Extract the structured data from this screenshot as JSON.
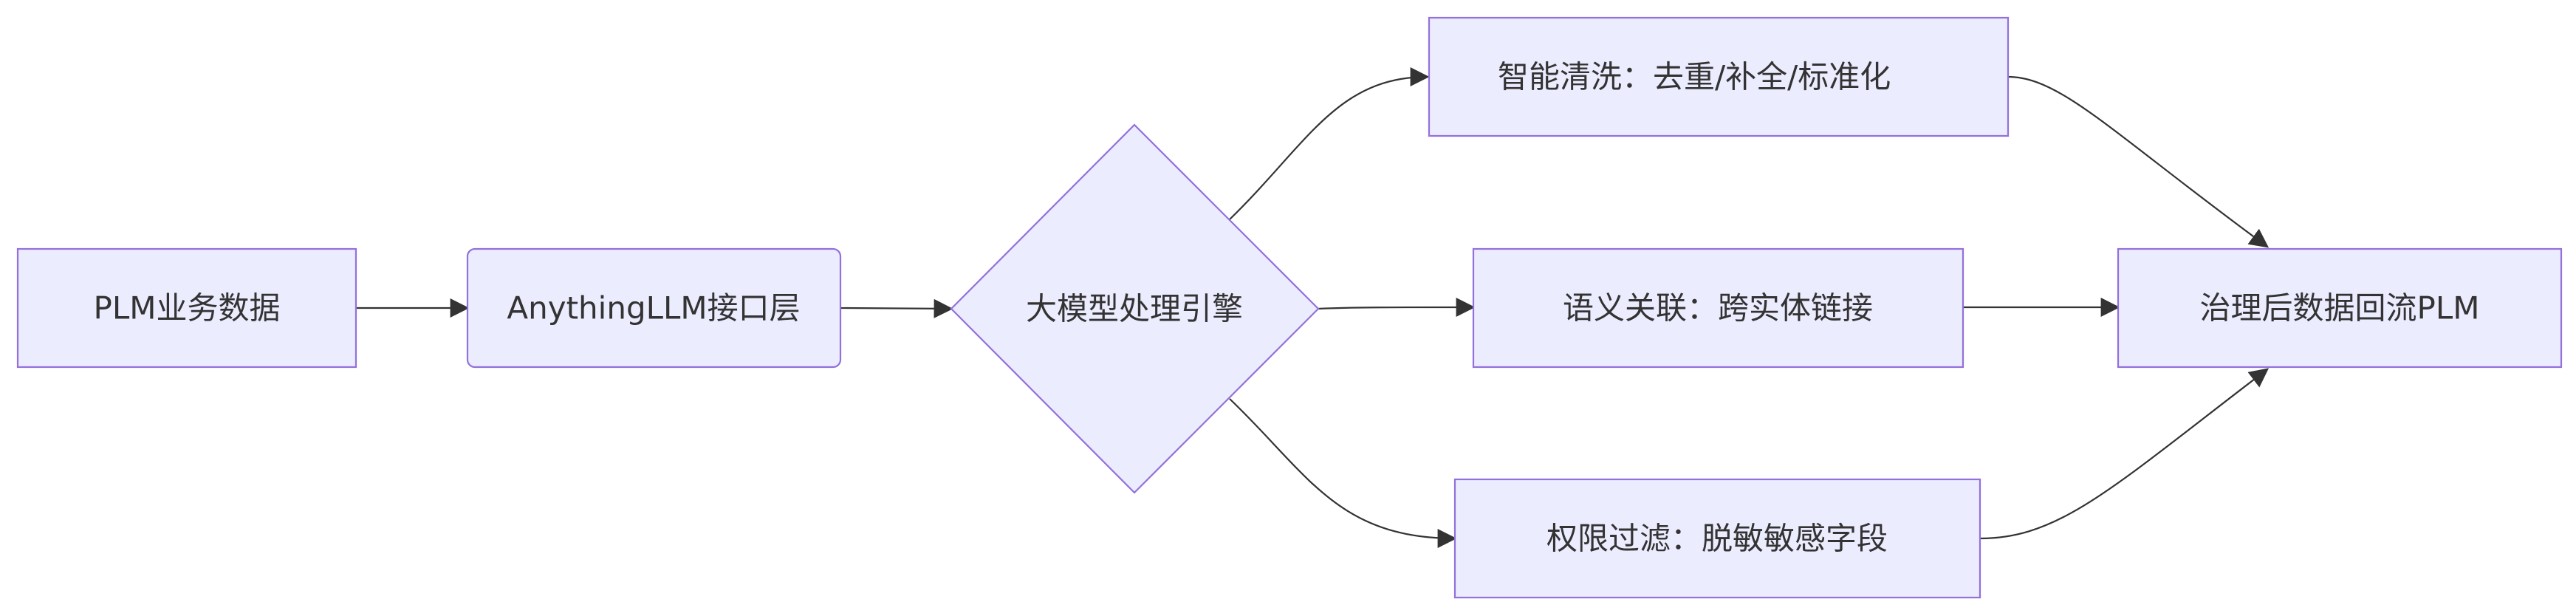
{
  "colors": {
    "node_fill": "#ececff",
    "node_stroke": "#9370db",
    "edge": "#333333",
    "text": "#333333",
    "background": "#ffffff"
  },
  "nodes": {
    "plm_data": "PLM业务数据",
    "interface_layer": "AnythingLLM接口层",
    "llm_engine": "大模型处理引擎",
    "smart_cleaning": "智能清洗：去重/补全/标准化",
    "semantic_link": "语义关联：跨实体链接",
    "permission_filter": "权限过滤：脱敏敏感字段",
    "return_plm": "治理后数据回流PLM"
  },
  "edges": [
    {
      "from": "plm_data",
      "to": "interface_layer"
    },
    {
      "from": "interface_layer",
      "to": "llm_engine"
    },
    {
      "from": "llm_engine",
      "to": "smart_cleaning"
    },
    {
      "from": "llm_engine",
      "to": "semantic_link"
    },
    {
      "from": "llm_engine",
      "to": "permission_filter"
    },
    {
      "from": "smart_cleaning",
      "to": "return_plm"
    },
    {
      "from": "semantic_link",
      "to": "return_plm"
    },
    {
      "from": "permission_filter",
      "to": "return_plm"
    }
  ]
}
